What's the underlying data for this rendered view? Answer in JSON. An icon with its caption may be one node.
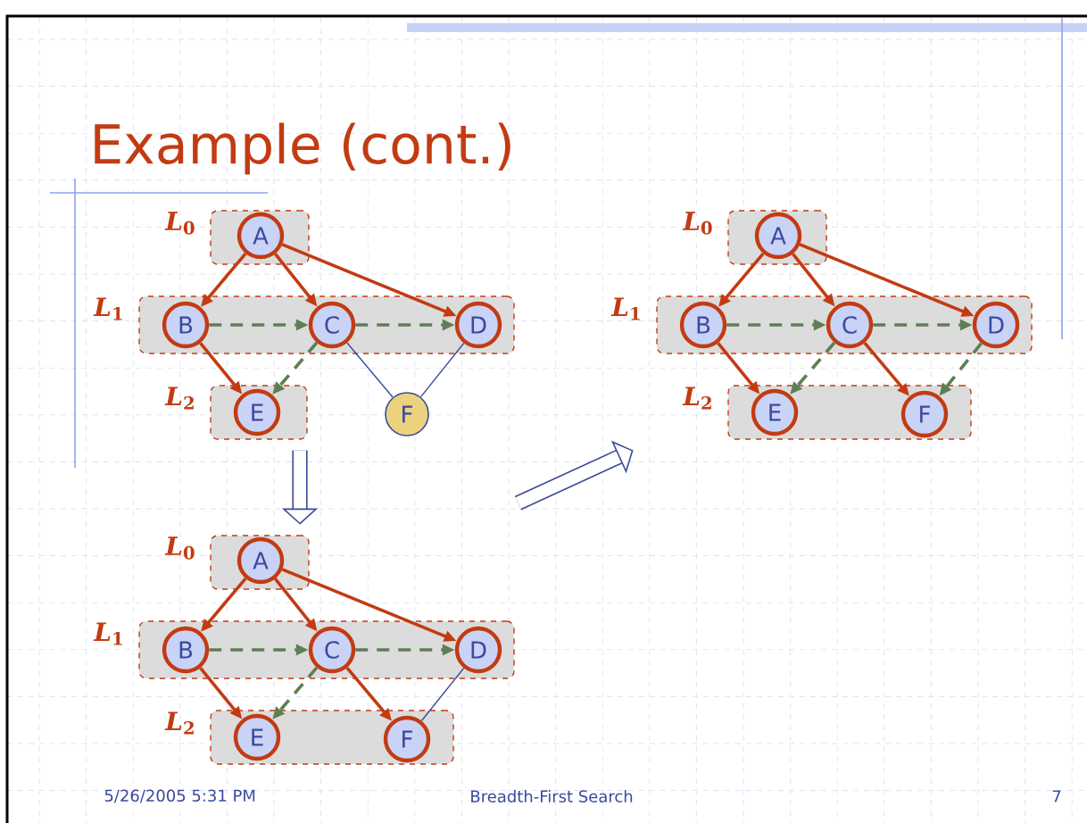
{
  "diagram": {
    "title": "Example (cont.)",
    "nodes": [
      {
        "text": [],
        "shape": "picture"
      },
      {
        "text": [
          "*L*$_{0}$"
        ],
        "in": 0
      },
      {
        "text": [
          "A"
        ],
        "in": 1
      },
      {
        "text": [
          "*L*$_{1}$"
        ],
        "in": 0
      },
      {
        "text": [
          "B"
        ],
        "in": 3
      },
      {
        "text": [
          "C"
        ],
        "in": 3
      },
      {
        "text": [
          "D"
        ],
        "in": 3
      },
      {
        "text": [
          "*L*$_{2}$"
        ],
        "in": 0
      },
      {
        "text": [
          "E"
        ],
        "in": 7
      },
      {
        "text": [
          "F"
        ],
        "in": 0
      },
      {
        "text": [],
        "shape": "picture"
      },
      {
        "text": [
          "*L*$_{0}$"
        ],
        "in": 10
      },
      {
        "text": [
          "A"
        ],
        "in": 11
      },
      {
        "text": [
          "*L*$_{1}$"
        ],
        "in": 10
      },
      {
        "text": [
          "B"
        ],
        "in": 13
      },
      {
        "text": [
          "C"
        ],
        "in": 13
      },
      {
        "text": [
          "D"
        ],
        "in": 13
      },
      {
        "text": [
          "*L*$_{2}$"
        ],
        "in": 10
      },
      {
        "text": [
          "E"
        ],
        "in": 17
      },
      {
        "text": [
          "F"
        ],
        "in": 17
      },
      {
        "text": [],
        "shape": "picture"
      },
      {
        "text": [
          "*L*$_{0}$"
        ],
        "in": 20
      },
      {
        "text": [
          "A"
        ],
        "in": 21
      },
      {
        "text": [
          "*L*$_{1}$"
        ],
        "in": 20
      },
      {
        "text": [
          "B"
        ],
        "in": 23
      },
      {
        "text": [
          "C"
        ],
        "in": 23
      },
      {
        "text": [
          "D"
        ],
        "in": 23
      },
      {
        "text": [
          "*L*$_{2}$"
        ],
        "in": 20
      },
      {
        "text": [
          "E"
        ],
        "in": 27
      },
      {
        "text": [
          "F"
        ],
        "in": 27
      }
    ],
    "edges": [
      {
        "from": 2,
        "to": 4,
        "arrow": "to"
      },
      {
        "from": 2,
        "to": 5,
        "arrow": "to"
      },
      {
        "from": 2,
        "to": 6,
        "arrow": "to"
      },
      {
        "from": 4,
        "to": 5,
        "arrow": "to",
        "style": "dashed",
        "color": "#5e7e55"
      },
      {
        "from": 5,
        "to": 6,
        "arrow": "to",
        "style": "dashed",
        "color": "#5e7e55"
      },
      {
        "from": 4,
        "to": 8,
        "arrow": "to"
      },
      {
        "from": 5,
        "to": 8,
        "arrow": "to",
        "style": "dashed",
        "color": "#5e7e55"
      },
      {
        "from": 5,
        "to": 9,
        "arrow": "none",
        "color": "#3b4a9a"
      },
      {
        "from": 6,
        "to": 9,
        "arrow": "none",
        "color": "#3b4a9a"
      },
      {
        "from": 12,
        "to": 14,
        "arrow": "to"
      },
      {
        "from": 12,
        "to": 15,
        "arrow": "to"
      },
      {
        "from": 12,
        "to": 16,
        "arrow": "to"
      },
      {
        "from": 14,
        "to": 15,
        "arrow": "to",
        "style": "dashed",
        "color": "#5e7e55"
      },
      {
        "from": 15,
        "to": 16,
        "arrow": "to",
        "style": "dashed",
        "color": "#5e7e55"
      },
      {
        "from": 14,
        "to": 18,
        "arrow": "to"
      },
      {
        "from": 15,
        "to": 18,
        "arrow": "to",
        "style": "dashed",
        "color": "#5e7e55"
      },
      {
        "from": 15,
        "to": 19,
        "arrow": "to"
      },
      {
        "from": 16,
        "to": 19,
        "arrow": "to",
        "style": "dashed",
        "color": "#5e7e55"
      },
      {
        "from": 22,
        "to": 24,
        "arrow": "to"
      },
      {
        "from": 22,
        "to": 25,
        "arrow": "to"
      },
      {
        "from": 22,
        "to": 26,
        "arrow": "to"
      },
      {
        "from": 24,
        "to": 25,
        "arrow": "to",
        "style": "dashed",
        "color": "#5e7e55"
      },
      {
        "from": 25,
        "to": 26,
        "arrow": "to",
        "style": "dashed",
        "color": "#5e7e55"
      },
      {
        "from": 24,
        "to": 28,
        "arrow": "to"
      },
      {
        "from": 25,
        "to": 28,
        "arrow": "to",
        "style": "dashed",
        "color": "#5e7e55"
      },
      {
        "from": 25,
        "to": 29,
        "arrow": "to"
      },
      {
        "from": 26,
        "to": 29,
        "arrow": "none",
        "color": "#3b4a9a"
      },
      {
        "from": 0,
        "to": 20,
        "arrow": "to",
        "style": "thick",
        "color": "#3b4a9a"
      },
      {
        "from": 20,
        "to": 10,
        "arrow": "to",
        "style": "thick",
        "color": "#3b4a9a"
      }
    ],
    "labels": [
      "5/26/2005 5:31 PM",
      "Breadth-First Search",
      "7"
    ]
  }
}
